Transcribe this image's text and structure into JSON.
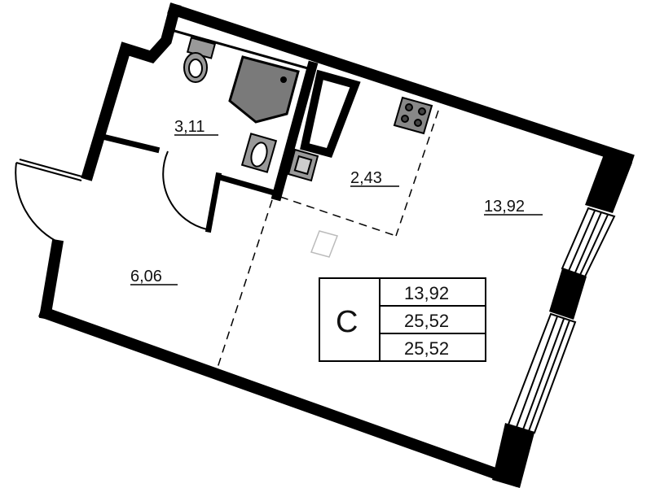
{
  "rooms": [
    {
      "id": "bathroom",
      "area": "3,11"
    },
    {
      "id": "kitchen",
      "area": "2,43"
    },
    {
      "id": "living",
      "area": "13,92"
    },
    {
      "id": "hall",
      "area": "6,06"
    }
  ],
  "summary": {
    "type_letter": "С",
    "living_area": "13,92",
    "total_area": "25,52",
    "total_area_2": "25,52"
  }
}
